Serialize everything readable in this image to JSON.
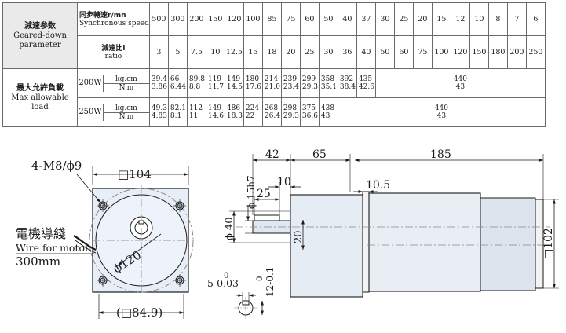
{
  "table": {
    "param_cn": "減速参数",
    "param_en_1": "Geared-down",
    "param_en_2": "parameter",
    "speed_cn": "同步轉速r/mn",
    "speed_en": "Synchronous speed",
    "ratio_cn": "減速比i",
    "ratio_en": "ratio",
    "speeds": [
      "500",
      "300",
      "200",
      "150",
      "120",
      "100",
      "85",
      "75",
      "60",
      "50",
      "40",
      "37",
      "30",
      "25",
      "20",
      "15",
      "12",
      "10",
      "8",
      "7",
      "6"
    ],
    "ratios": [
      "3",
      "5",
      "7.5",
      "10",
      "12.5",
      "15",
      "18",
      "20",
      "25",
      "30",
      "36",
      "40",
      "50",
      "60",
      "75",
      "100",
      "120",
      "150",
      "180",
      "200",
      "250"
    ],
    "load_cn": "最大允許負載",
    "load_en_1": "Max allowable",
    "load_en_2": "load",
    "rows": [
      {
        "power": "200W",
        "u1": "kg.cm",
        "u2": "N.m",
        "v1": [
          "39.4",
          "66",
          "89.8",
          "119",
          "149",
          "180",
          "214",
          "239",
          "299",
          "358",
          "392",
          "435"
        ],
        "v2": [
          "3.86",
          "6.44",
          "8.8",
          "11.7",
          "14.5",
          "17.6",
          "21.0",
          "23.4",
          "29.3",
          "35.1",
          "38.4",
          "42.6"
        ],
        "c1": "440",
        "c2": "43"
      },
      {
        "power": "250W",
        "u1": "kg.cm",
        "u2": "N.m",
        "v1": [
          "49.3",
          "82.1",
          "112",
          "149",
          "486",
          "224",
          "268",
          "298",
          "375",
          "438"
        ],
        "v2": [
          "4.83",
          "8.1",
          "11",
          "14.6",
          "18.3",
          "22",
          "26.4",
          "29.3",
          "36.6",
          "43"
        ],
        "c1": "440",
        "c2": "43"
      }
    ]
  },
  "drawing": {
    "mount_holes": "4-M8/ϕ9",
    "flange_square": "□104",
    "bolt_circle": "ϕ120",
    "body_square": "(□84.9)",
    "wire_cn": "電機導綫",
    "wire_en": "Wire for motor",
    "wire_len": "300mm",
    "dim_42": "42",
    "dim_65": "65",
    "dim_185": "185",
    "dim_10": "10",
    "dim_10_5": "10.5",
    "dim_25": "25",
    "shaft_dia": "ϕ 15h7",
    "pilot_dia": "ϕ 40",
    "dim_20": "20",
    "dim_102": "□102",
    "key_width": "5-0.03",
    "key_zero": "0",
    "key_depth": "12-0.1",
    "key_zero2": "0"
  }
}
